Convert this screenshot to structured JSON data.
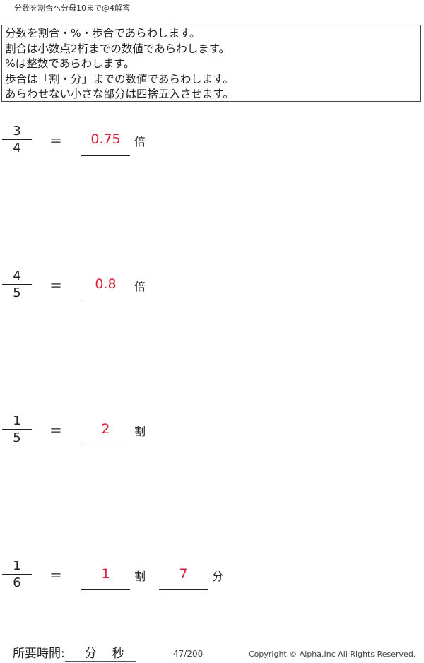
{
  "title": "分数を割合へ分母10まで@4解答",
  "instructions": [
    "分数を割合・%・歩合であらわします。",
    "割合は小数点2桁までの数値であらわします。",
    "%は整数であらわします。",
    "歩合は「割・分」までの数値であらわします。",
    "あらわせない小さな部分は四捨五入させます。"
  ],
  "equals": "＝",
  "problems": [
    {
      "numerator": "3",
      "denominator": "4",
      "answers": [
        "0.75"
      ],
      "units": [
        "倍"
      ]
    },
    {
      "numerator": "4",
      "denominator": "5",
      "answers": [
        "0.8"
      ],
      "units": [
        "倍"
      ]
    },
    {
      "numerator": "1",
      "denominator": "5",
      "answers": [
        "2"
      ],
      "units": [
        "割"
      ]
    },
    {
      "numerator": "1",
      "denominator": "6",
      "answers": [
        "1",
        "7"
      ],
      "units": [
        "割",
        "分"
      ]
    }
  ],
  "footer": {
    "time_label": "所要時間:",
    "minutes": "分",
    "seconds": "秒",
    "page": "47/200",
    "copyright": "Copyright ©  Alpha.Inc All Rights Reserved."
  },
  "colors": {
    "answer": "#e0203a"
  }
}
